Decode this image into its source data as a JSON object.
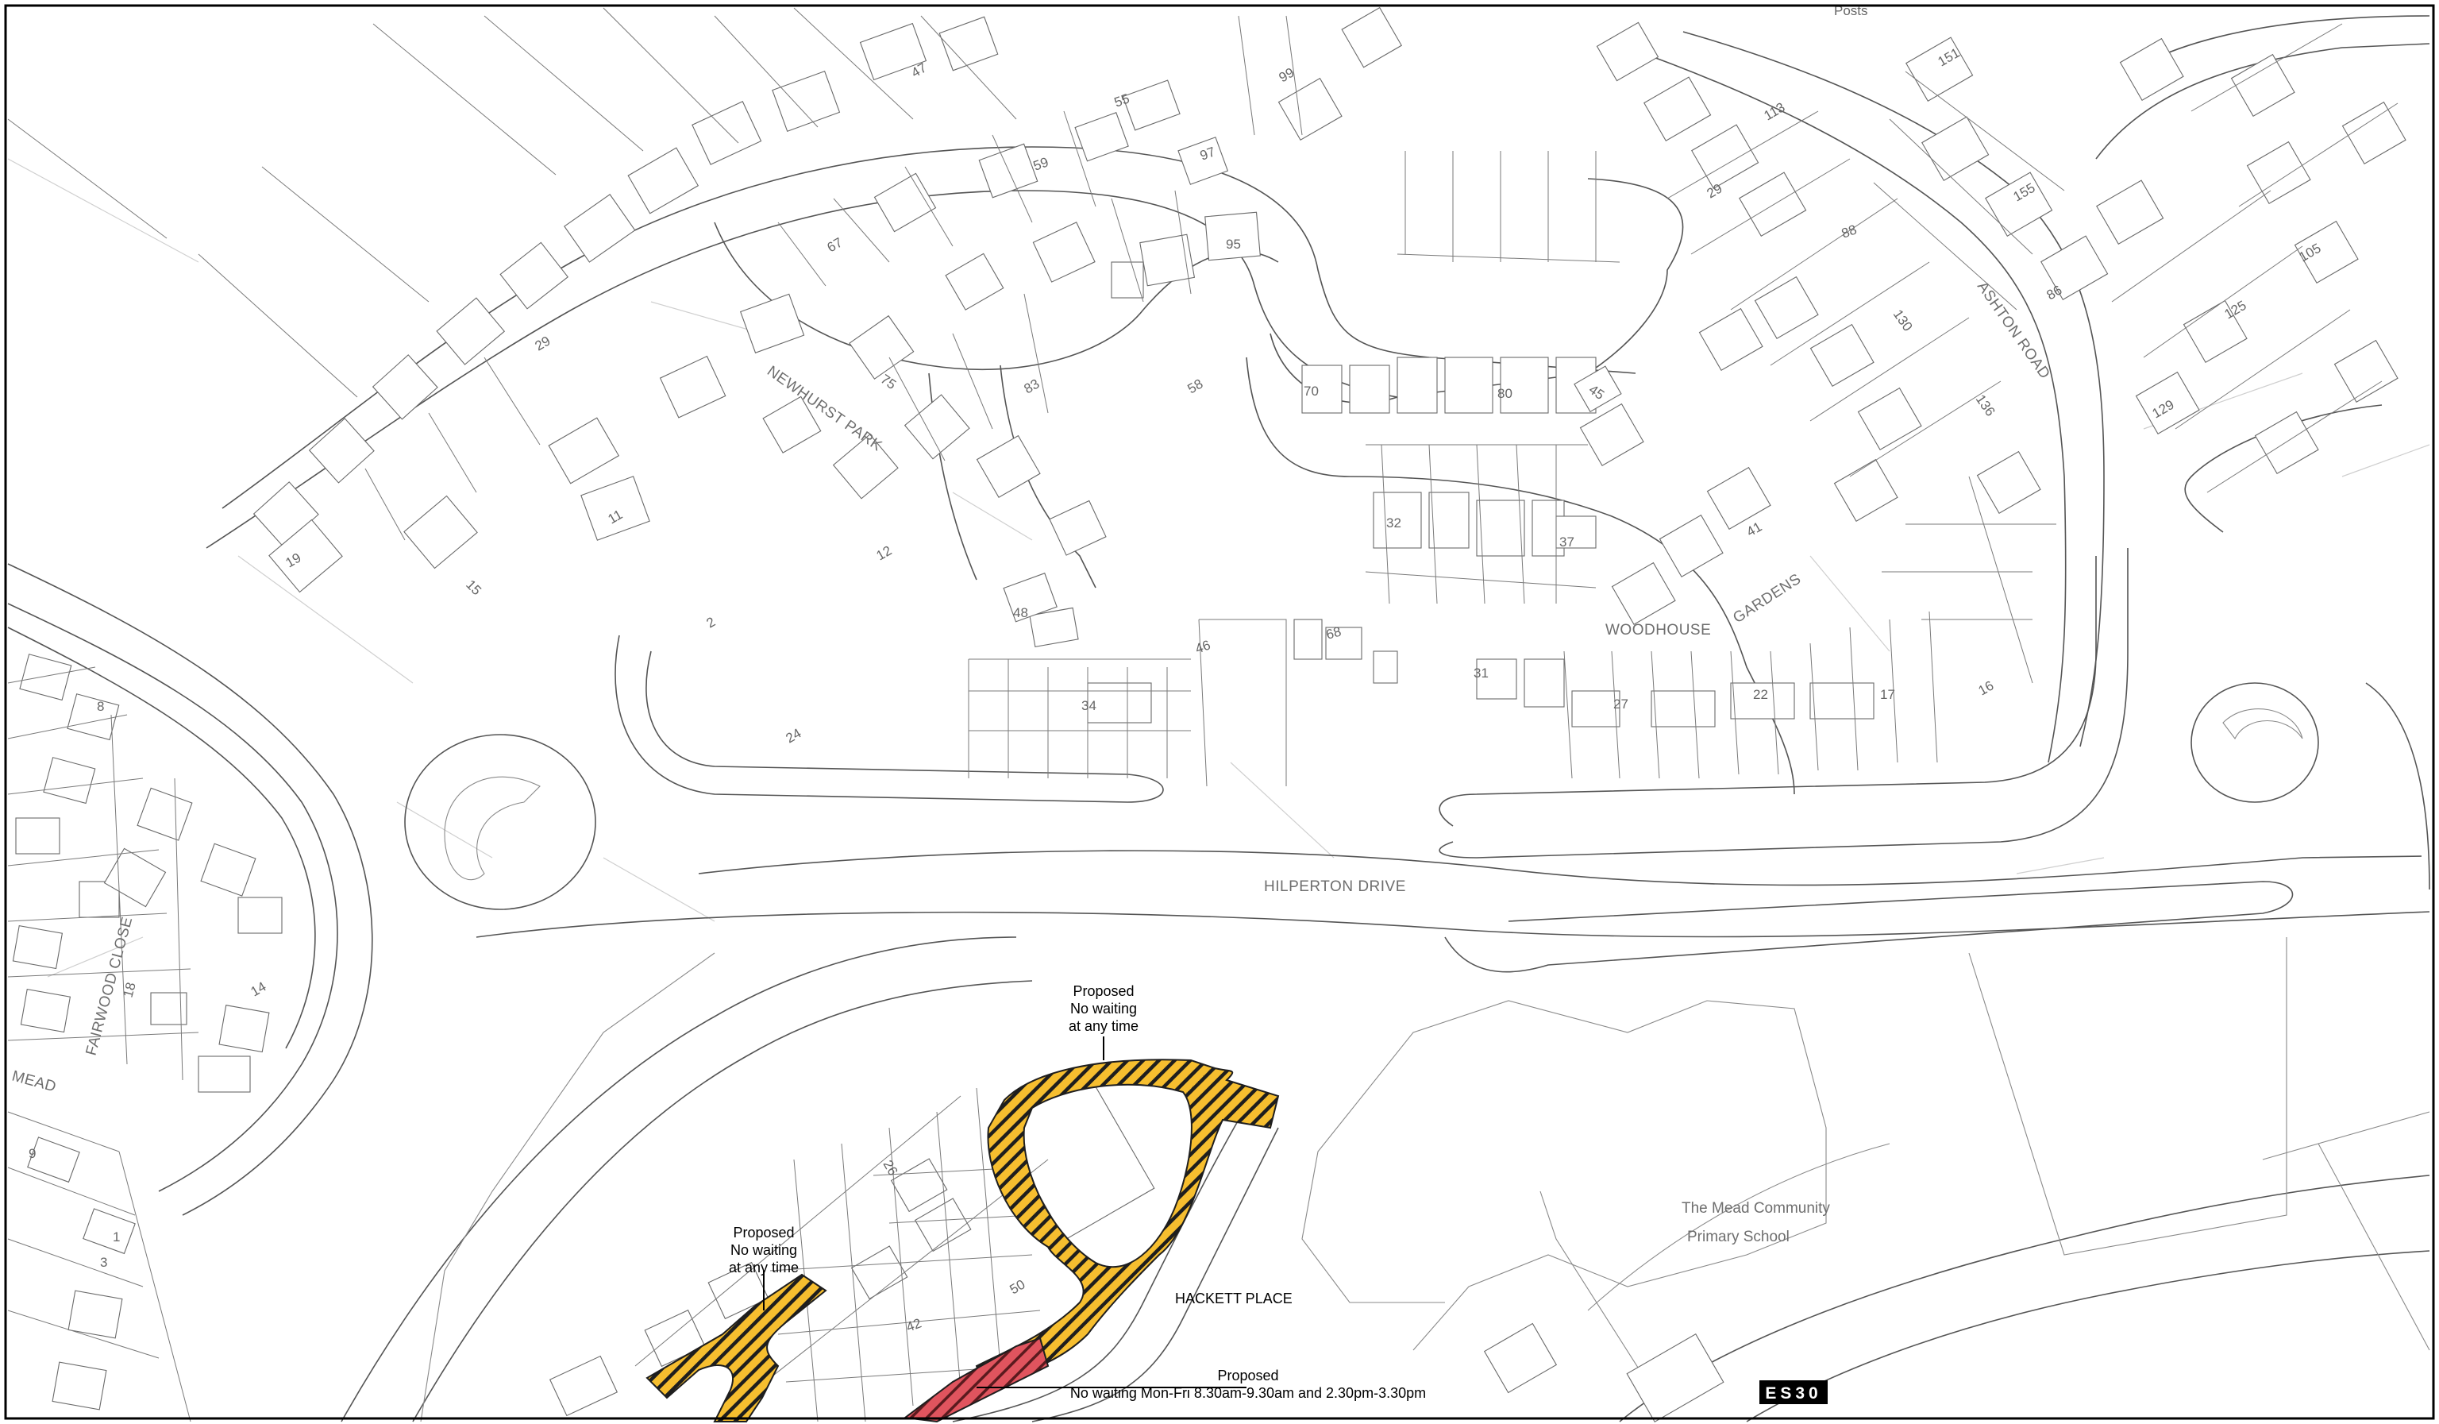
{
  "roads": {
    "newhurst_park": "NEWHURST PARK",
    "ashton_road": "ASHTON ROAD",
    "woodhouse": "WOODHOUSE",
    "gardens": "GARDENS",
    "hilperton_drive": "HILPERTON DRIVE",
    "fairwood_close": "FAIRWOOD CLOSE",
    "mead": "MEAD",
    "hackett_place": "HACKETT PLACE",
    "posts": "Posts"
  },
  "school": {
    "line1": "The Mead Community",
    "line2": "Primary School"
  },
  "house_numbers": {
    "h47": "47",
    "h55": "55",
    "h59": "59",
    "h97": "97",
    "h99": "99",
    "h95": "95",
    "h113": "113",
    "h29a": "29",
    "h151": "151",
    "h155": "155",
    "h86": "86",
    "h105": "105",
    "h67": "67",
    "h75": "75",
    "h83": "83",
    "h58": "58",
    "h70": "70",
    "h80": "80",
    "h45": "45",
    "h88": "88",
    "h130": "130",
    "h136": "136",
    "h125": "125",
    "h129": "129",
    "h29b": "29",
    "h19": "19",
    "h15": "15",
    "h11": "11",
    "h2": "2",
    "h12": "12",
    "h24": "24",
    "h48": "48",
    "h46": "46",
    "h68": "68",
    "h34": "34",
    "h32": "32",
    "h37": "37",
    "h41": "41",
    "h31": "31",
    "h27": "27",
    "h22": "22",
    "h17": "17",
    "h16": "16",
    "h8": "8",
    "h18": "18",
    "h14": "14",
    "h9": "9",
    "h1": "1",
    "h3": "3",
    "h26": "26",
    "h50": "50",
    "h42": "42"
  },
  "annotations": {
    "top": {
      "line1": "Proposed",
      "line2": "No waiting",
      "line3": "at any time"
    },
    "left": {
      "line1": "Proposed",
      "line2": "No waiting",
      "line3": "at any time"
    },
    "bottom": {
      "line1": "Proposed",
      "line2": "No waiting Mon-Fri 8.30am-9.30am and 2.30pm-3.30pm"
    }
  },
  "plan_ref": "ES30",
  "colors": {
    "no_waiting_any_time": "#f6be2f",
    "no_waiting_school_hours": "#e0545e",
    "hatch": "#1e1e1e"
  }
}
